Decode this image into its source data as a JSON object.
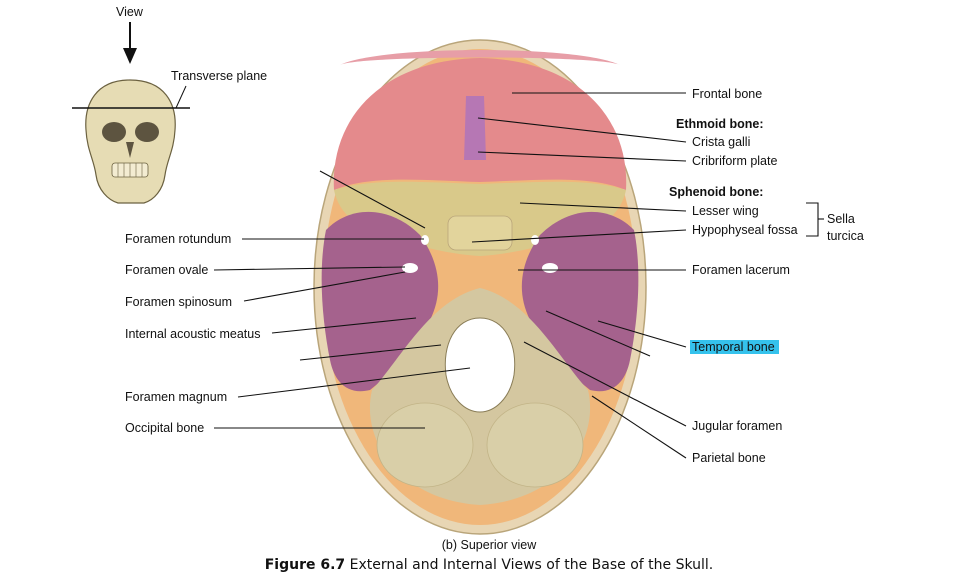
{
  "view_label": "View",
  "transverse_plane_label": "Transverse plane",
  "labels_left": {
    "foramen_rotundum": "Foramen rotundum",
    "foramen_ovale": "Foramen ovale",
    "foramen_spinosum": "Foramen spinosum",
    "internal_acoustic_meatus": "Internal acoustic meatus",
    "foramen_magnum": "Foramen magnum",
    "occipital_bone": "Occipital bone"
  },
  "labels_right": {
    "frontal_bone": "Frontal bone",
    "ethmoid_heading": "Ethmoid bone:",
    "crista_galli": "Crista galli",
    "cribriform_plate": "Cribriform plate",
    "sphenoid_heading": "Sphenoid bone:",
    "lesser_wing": "Lesser wing",
    "hypophyseal_fossa": "Hypophyseal fossa",
    "sella_turcica_line1": "Sella",
    "sella_turcica_line2": "turcica",
    "foramen_lacerum": "Foramen lacerum",
    "temporal_bone": "Temporal bone",
    "jugular_foramen": "Jugular foramen",
    "parietal_bone": "Parietal bone"
  },
  "subcaption": "(b) Superior view",
  "caption": {
    "prefix": "Figure 6.7",
    "text": " External and Internal Views of the Base of the Skull."
  },
  "colors": {
    "frontal": "#e48a8c",
    "parietal_rim": "#f0b77a",
    "sphenoid": "#d9c98a",
    "temporal": "#a5628d",
    "occipital": "#d4c7a0",
    "ethmoid": "#b677b4",
    "highlight": "#35c2ec"
  }
}
